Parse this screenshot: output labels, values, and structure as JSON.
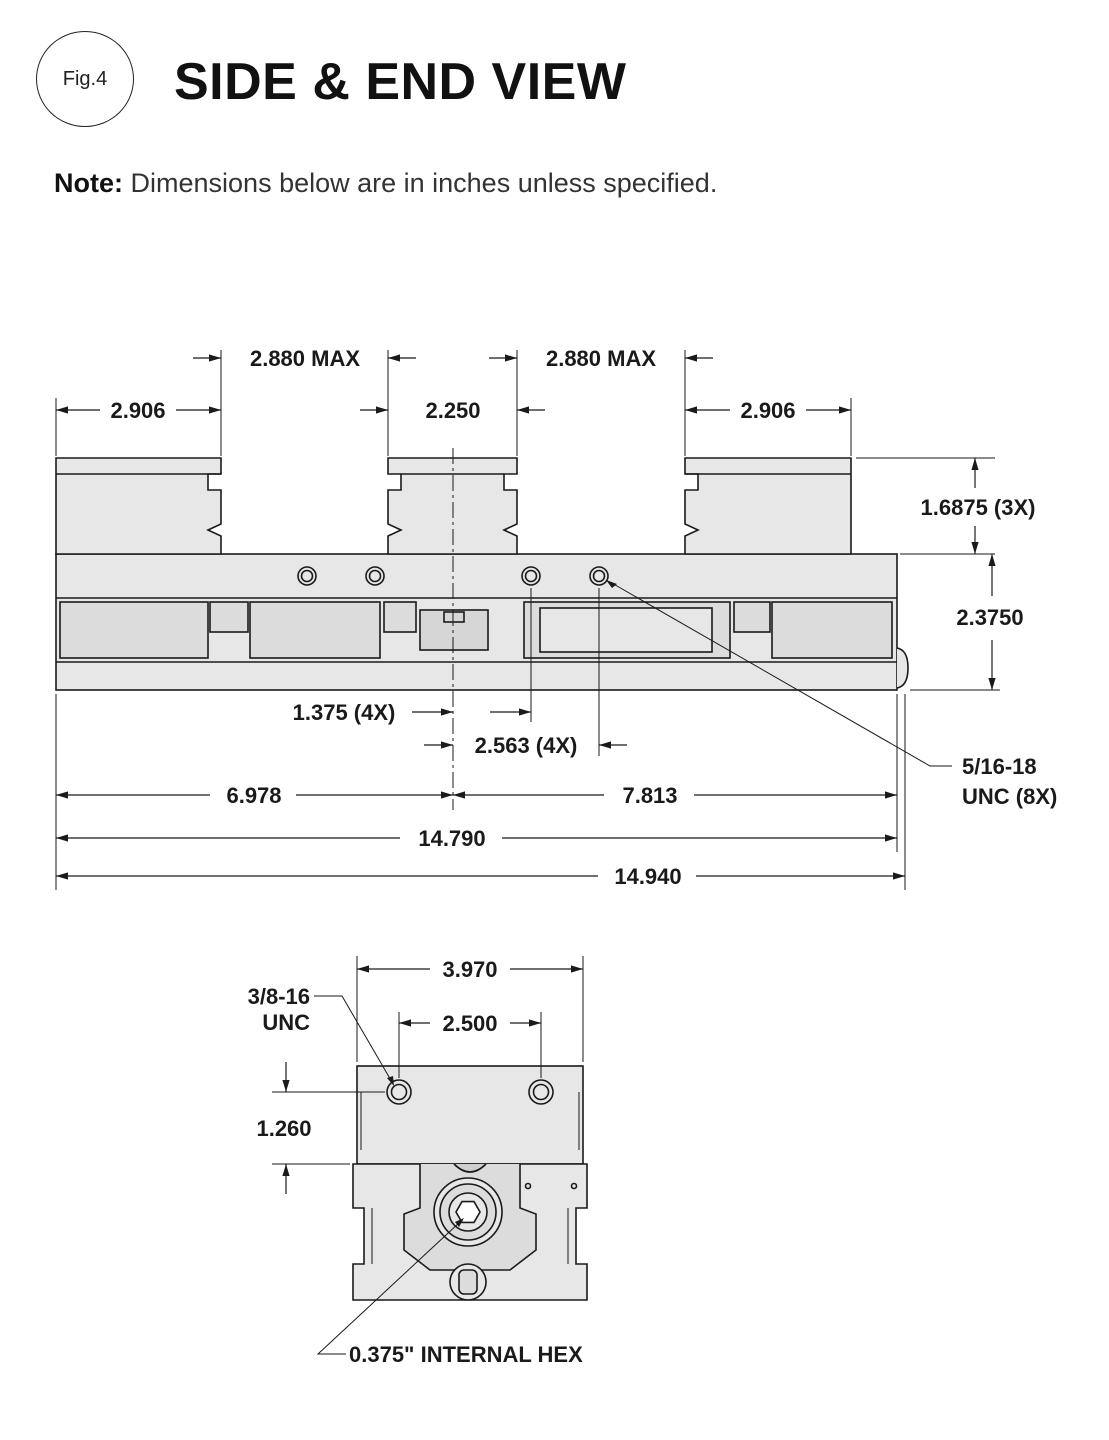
{
  "header": {
    "figure_label": "Fig.4",
    "title": "SIDE & END VIEW"
  },
  "note": {
    "label": "Note:",
    "text": "Dimensions below are in inches unless specified."
  },
  "side_view": {
    "dims": {
      "jaw_opening_left": "2.880 MAX",
      "jaw_opening_right": "2.880 MAX",
      "end_jaw_left": "2.906",
      "center_jaw": "2.250",
      "end_jaw_right": "2.906",
      "jaw_height": "1.6875 (3X)",
      "body_height": "2.3750",
      "hole_offset_inner": "1.375 (4X)",
      "hole_offset_outer": "2.563 (4X)",
      "center_to_left": "6.978",
      "center_to_right": "7.813",
      "body_length": "14.790",
      "overall_length": "14.940"
    },
    "thread_callout": [
      "5/16-18",
      "UNC (8X)"
    ]
  },
  "end_view": {
    "dims": {
      "overall_width": "3.970",
      "hole_spacing": "2.500",
      "hole_height": "1.260"
    },
    "thread_callout": [
      "3/8-16",
      "UNC"
    ],
    "hex_callout": "0.375\" INTERNAL HEX"
  }
}
